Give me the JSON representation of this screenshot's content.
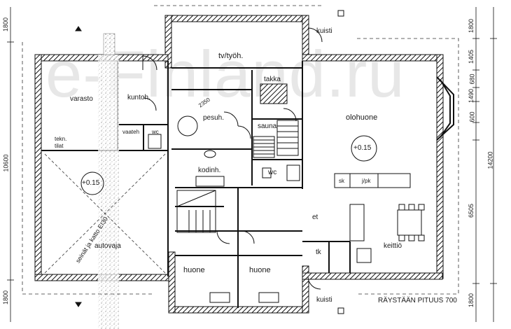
{
  "watermark": "e-Finland.ru",
  "rooms": {
    "tv": "tv/työh.",
    "takka": "takka",
    "olohuone": "olohuone",
    "varasto": "varasto",
    "kuntoh": "kuntoh.",
    "pesuh": "pesuh.",
    "sauna": "sauna",
    "vaateh": "vaateh",
    "wc1": "wc",
    "tekn1": "tekn.",
    "tekn2": "tilat",
    "kodinh": "kodinh.",
    "wc2": "wc",
    "autovaja": "autovaja",
    "huone1": "huone",
    "huone2": "huone",
    "et": "et",
    "tk": "tk",
    "keittio": "keittiö",
    "kuisti_top": "kuisti",
    "kuisti_bottom": "kuisti",
    "sk": "sk",
    "jpk": "j/pk"
  },
  "levels": {
    "garage": "+0.15",
    "living": "+0.15"
  },
  "notes": {
    "ceiling": "2350",
    "slope": "seinät ja katto EI30",
    "eaves": "RÄYSTÄÄN PITUUS 700"
  },
  "dims": {
    "left_top": "1800",
    "left_mid": "10600",
    "left_bot": "1800",
    "r1": "1800",
    "r2": "1405",
    "r3": "680",
    "r4": "1490",
    "r5": "600",
    "r_total": "14200",
    "r_mid": "6505",
    "r_bot": "1800"
  }
}
